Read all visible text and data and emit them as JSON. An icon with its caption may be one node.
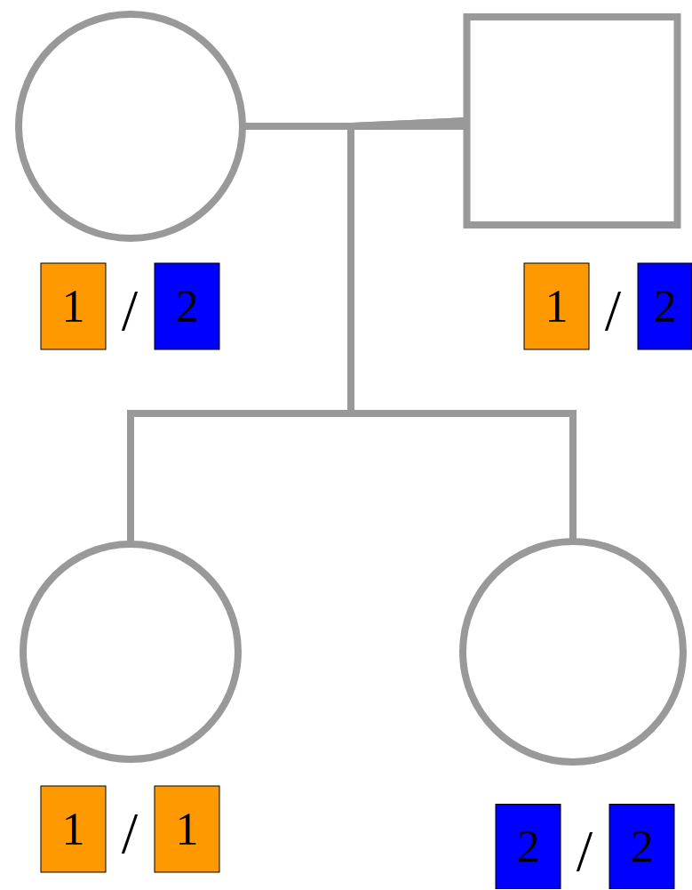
{
  "diagram": {
    "nodes": [
      {
        "text": [],
        "shape": "circle"
      },
      {
        "text": [],
        "shape": "box"
      },
      {
        "text": [
          "1"
        ]
      },
      {
        "text": [
          "2"
        ]
      },
      {
        "text": [
          "1"
        ]
      },
      {
        "text": [
          "2"
        ]
      },
      {
        "text": [],
        "shape": "circle"
      },
      {
        "text": [],
        "shape": "circle"
      },
      {
        "text": [
          "1"
        ]
      },
      {
        "text": [
          "1"
        ]
      },
      {
        "text": [
          "2"
        ]
      },
      {
        "text": [
          "2"
        ]
      }
    ],
    "edges": [
      {
        "from": 0,
        "to": 1,
        "arrow": "none"
      },
      {
        "from": 0,
        "to": 6,
        "arrow": "none"
      },
      {
        "from": 0,
        "to": 7,
        "arrow": "none"
      },
      {
        "from": 1,
        "to": 6,
        "arrow": "none"
      },
      {
        "from": 1,
        "to": 7,
        "arrow": "none"
      }
    ],
    "labels": [
      "/",
      "/",
      "/",
      "/"
    ]
  }
}
